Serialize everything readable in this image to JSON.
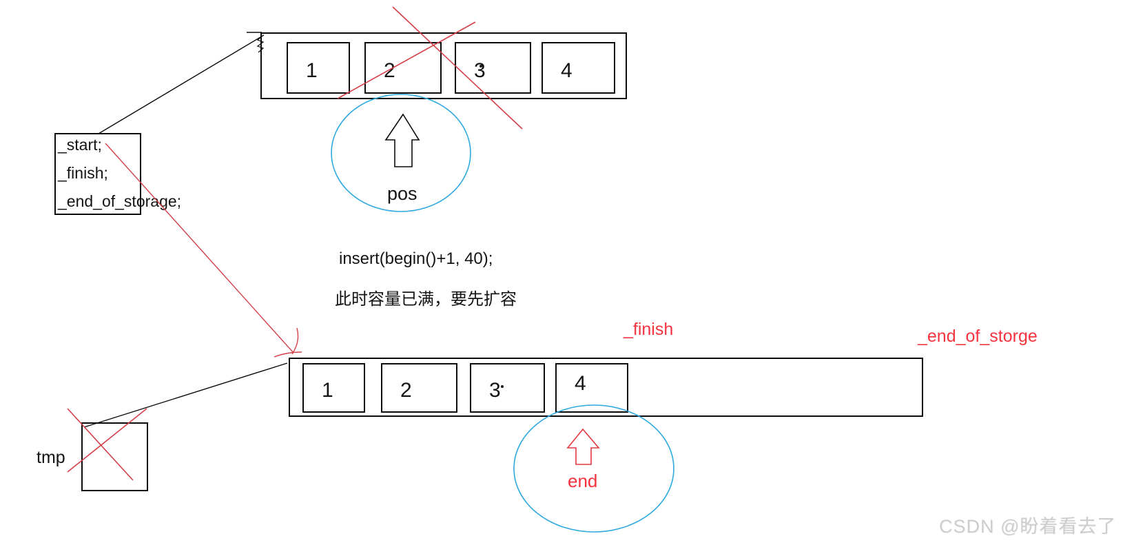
{
  "colors": {
    "red_label": "#f5333f",
    "red_line": "#d23f48",
    "blue_circle": "#2ea8e0",
    "ink": "#0b0b0b",
    "watermark_gray": "#cdcdcd"
  },
  "pointer_box": {
    "lines": [
      "_start;",
      "_finish;",
      "_end_of_storage;"
    ]
  },
  "top_array": {
    "cells": [
      "1",
      "2",
      "3",
      "4"
    ]
  },
  "bottom_array": {
    "cells": [
      "1",
      "2",
      "3",
      "4"
    ]
  },
  "labels": {
    "pos": "pos",
    "end": "end",
    "finish": "_finish",
    "end_of_storge": "_end_of_storge",
    "tmp": "tmp"
  },
  "annotations": {
    "insert_call": "insert(begin()+1, 40);",
    "capacity_note": "此时容量已满，要先扩容"
  },
  "watermark": "CSDN @盼着看去了"
}
